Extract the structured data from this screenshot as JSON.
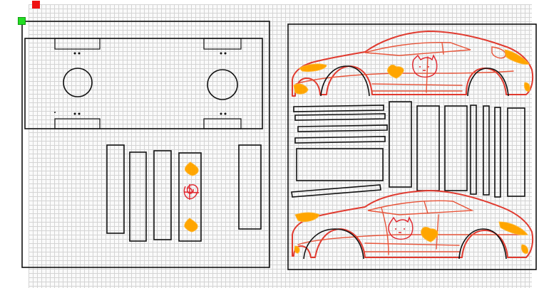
{
  "canvas": {
    "grid_color": "#d4d4d4",
    "background": "#fafafa",
    "outline_color": "#111111",
    "car_line_color": "#e03a2f",
    "accent_orange": "#ffa500"
  },
  "handles": {
    "rotate_handle_color": "#ee1111",
    "move_handle_color": "#22dd22"
  },
  "left_panel": {
    "parts": [
      "chassis-plate",
      "wheel-left",
      "wheel-right",
      "strip-1",
      "strip-2",
      "strip-3",
      "decorated-strip",
      "strip-5"
    ],
    "decorations": [
      "heart-sticker",
      "heart-sticker",
      "red-doodle"
    ]
  },
  "right_panel": {
    "parts": [
      "car-body-top",
      "car-body-bottom",
      "slats",
      "columns"
    ],
    "decorations": [
      "cat-doodle",
      "heart-sticker"
    ]
  }
}
